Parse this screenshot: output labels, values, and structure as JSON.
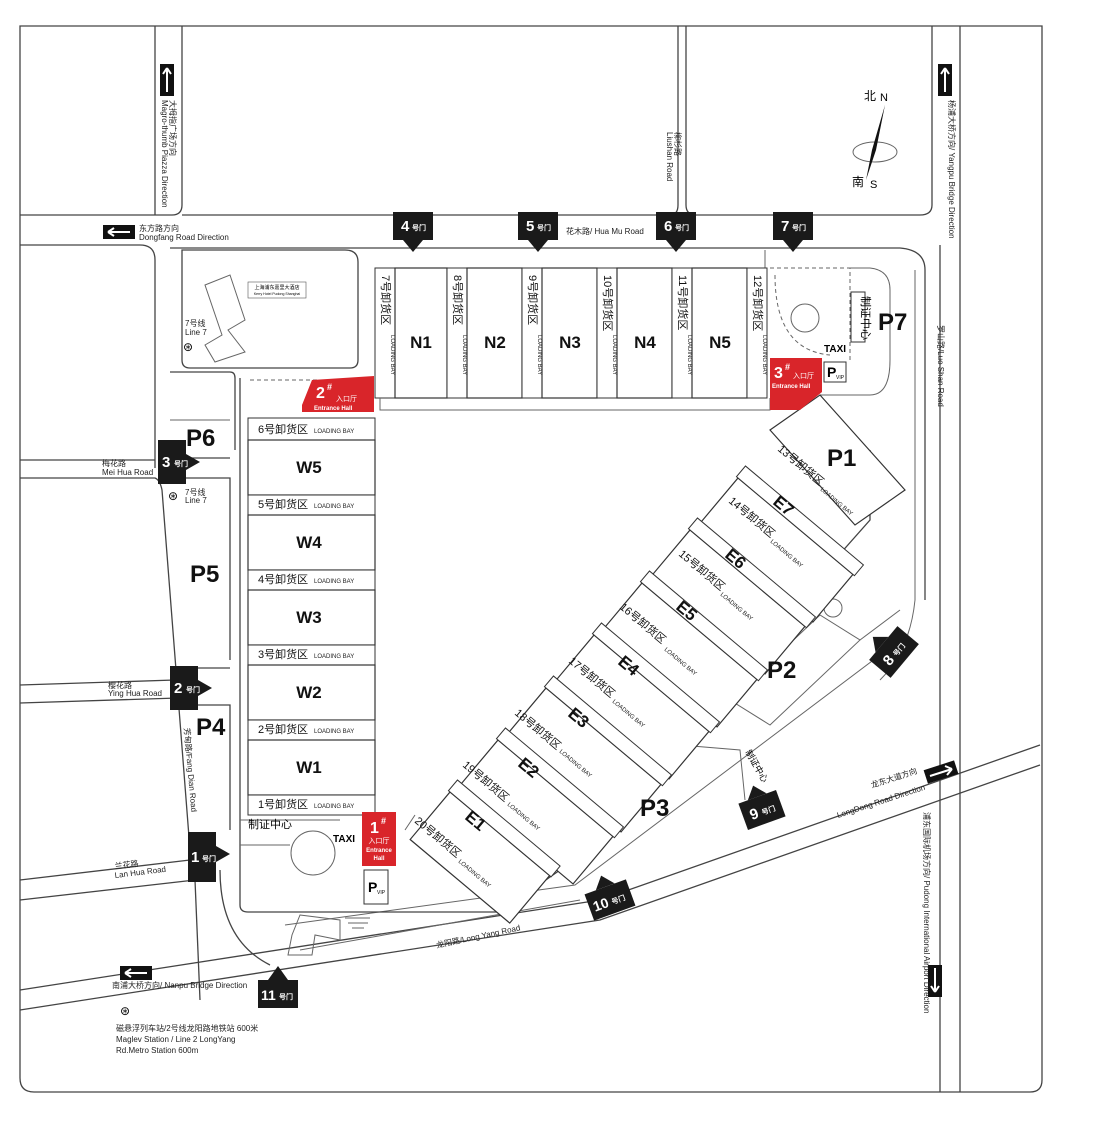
{
  "map": {
    "halls_north": [
      "N1",
      "N2",
      "N3",
      "N4",
      "N5"
    ],
    "halls_west": [
      "W5",
      "W4",
      "W3",
      "W2",
      "W1"
    ],
    "halls_east": [
      "E7",
      "E6",
      "E5",
      "E4",
      "E3",
      "E2",
      "E1"
    ],
    "parking": [
      "P1",
      "P2",
      "P3",
      "P4",
      "P5",
      "P6",
      "P7"
    ],
    "loading_bays_north": [
      "7号卸货区",
      "8号卸货区",
      "9号卸货区",
      "10号卸货区",
      "11号卸货区",
      "12号卸货区"
    ],
    "loading_bays_west": [
      "6号卸货区",
      "5号卸货区",
      "4号卸货区",
      "3号卸货区",
      "2号卸货区",
      "1号卸货区"
    ],
    "loading_bays_east": [
      "13号卸货区",
      "14号卸货区",
      "15号卸货区",
      "16号卸货区",
      "17号卸货区",
      "18号卸货区",
      "19号卸货区",
      "20号卸货区"
    ],
    "loading_bay_en": "LOADING BAY",
    "gates": {
      "g1": "1",
      "g2": "2",
      "g3": "3",
      "g4": "4",
      "g5": "5",
      "g6": "6",
      "g7": "7",
      "g8": "8",
      "g9": "9",
      "g10": "10",
      "g11": "11",
      "suffix": "号门"
    },
    "entrances": {
      "e1": {
        "num": "1",
        "sup": "#",
        "cn": "入口厅",
        "en1": "Entrance",
        "en2": "Hall"
      },
      "e2": {
        "num": "2",
        "sup": "#",
        "cn": "入口厅",
        "en": "Entrance Hall"
      },
      "e3": {
        "num": "3",
        "sup": "#",
        "cn": "入口厅",
        "en": "Entrance Hall"
      }
    },
    "taxi": "TAXI",
    "vip_p": "P",
    "vip_sub": "VIP",
    "cert_center": "制证中心",
    "roads": {
      "hua_mu": "花木路/ Hua Mu Road",
      "mei_hua_cn": "梅花路",
      "mei_hua_en": "Mei Hua Road",
      "ying_hua_cn": "樱花路",
      "ying_hua_en": "Ying Hua Road",
      "lan_hua_cn": "兰花路",
      "lan_hua_en": "Lan Hua Road",
      "fang_dian": "芳甸路/Fang Dian Road",
      "long_yang": "龙阳路/Long Yang Road",
      "luo_shan": "罗山路/Luo Shan Road",
      "liu_shan_cn": "柳杉路",
      "liu_shan_en": "Liushan Road",
      "longdong_cn": "龙东大道方向",
      "longdong_en": "LongDong Road Direction",
      "dongfang_cn": "东方路方向",
      "dongfang_en": "Dongfang Road Direction",
      "nanpu": "南浦大桥方向/ Nanpu Bridge Direction",
      "magrohumb_cn": "大拇指广场方向",
      "magrohumb_en": "Magro-thumb Piazza Direction",
      "yangpu": "杨浦大桥方向/ Yangpu Bridge Direction",
      "pudong_airport": "浦东国际机场方向/ Pudong International Airport Direction"
    },
    "line7_cn": "7号线",
    "line7_en": "Line 7",
    "hotel_cn": "上海浦东嘉里大酒店",
    "hotel_en": "Kerry Hotel Pudong Shanghai",
    "metro_note": [
      "磁悬浮列车站/2号线龙阳路地铁站 600米",
      "Maglev Station  / Line 2 LongYang",
      "Rd.Metro Station 600m"
    ],
    "compass": {
      "north_cn": "北",
      "north_en": "N",
      "south_cn": "南",
      "south_en": "S"
    },
    "colors": {
      "entrance": "#d9252a",
      "gate": "#1a1a1a"
    }
  }
}
